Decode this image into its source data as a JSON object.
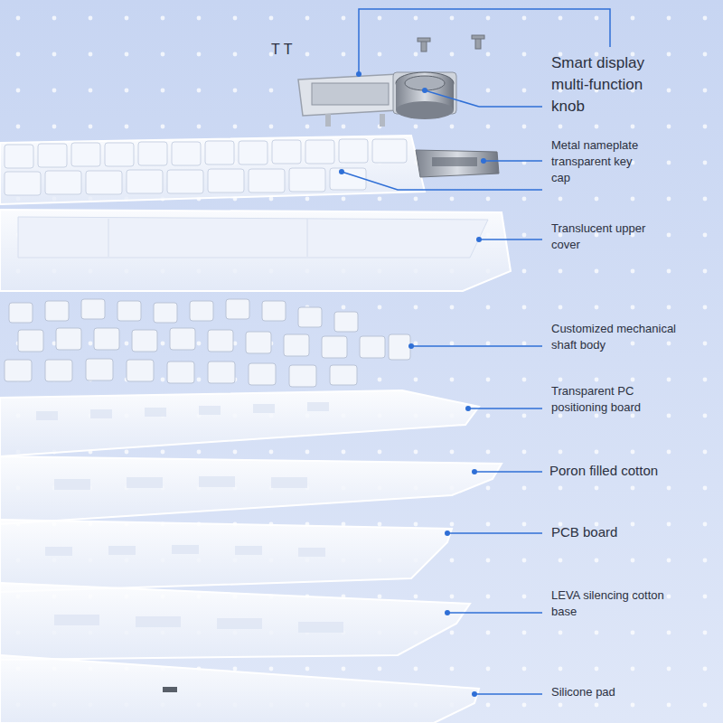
{
  "diagram": {
    "labels": [
      "T T",
      "Smart display multi-function knob",
      "Metal nameplate transparent key cap",
      "Translucent upper cover",
      "Customized mechanical shaft body",
      "Transparent PC positioning board",
      "Poron filled cotton",
      "PCB board",
      "LEVA silencing cotton base",
      "Silicone pad"
    ]
  }
}
